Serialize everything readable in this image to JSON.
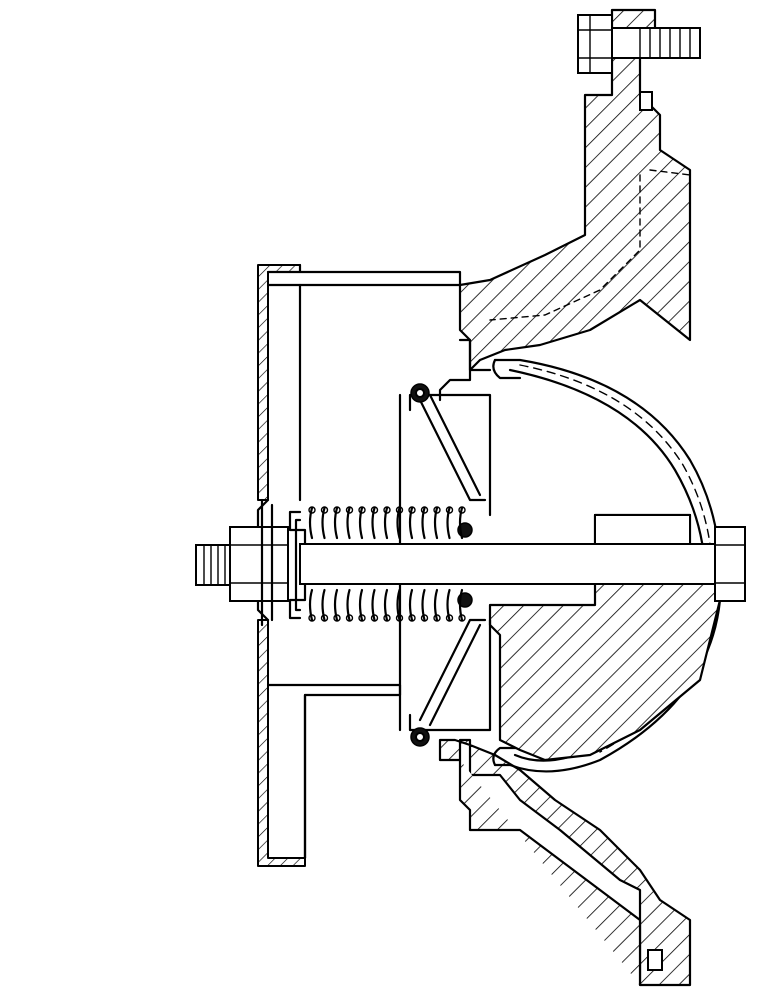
{
  "figure": {
    "kind": "technical-section-drawing",
    "orientation": "rotated-90",
    "components": [
      {
        "name": "mounting-bolt",
        "icon": "hex-bolt-icon"
      },
      {
        "name": "main-housing",
        "icon": "hatched-housing-icon"
      },
      {
        "name": "diaphragm",
        "icon": "curved-diaphragm-icon"
      },
      {
        "name": "central-rod",
        "icon": "rod-icon"
      },
      {
        "name": "return-spring",
        "icon": "coil-spring-icon"
      },
      {
        "name": "end-nut",
        "icon": "hex-nut-icon"
      },
      {
        "name": "cover-plate",
        "icon": "cover-plate-icon"
      },
      {
        "name": "o-ring-seals",
        "icon": "o-ring-icon"
      },
      {
        "name": "piston-hub",
        "icon": "hatched-hub-icon"
      }
    ],
    "colors": {
      "line": "#000000",
      "background": "#ffffff"
    }
  }
}
